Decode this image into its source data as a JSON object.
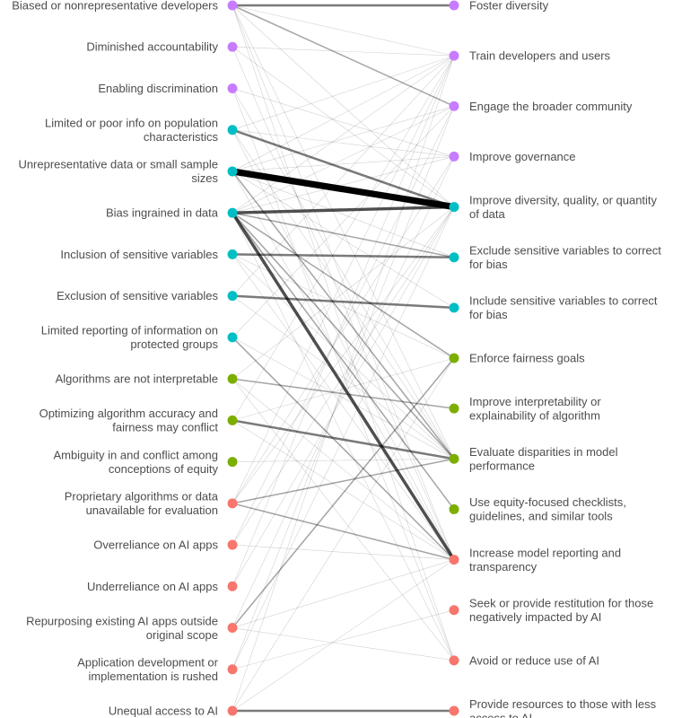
{
  "colors": {
    "purple": "#c77cff",
    "teal": "#00bfc4",
    "green": "#7cae00",
    "red": "#f8766d",
    "edge": "#000000"
  },
  "left_nodes": [
    {
      "lines": [
        "Biased or nonrepresentative developers"
      ],
      "group": "purple"
    },
    {
      "lines": [
        "Diminished accountability"
      ],
      "group": "purple"
    },
    {
      "lines": [
        "Enabling discrimination"
      ],
      "group": "purple"
    },
    {
      "lines": [
        "Limited or poor info on population",
        "characteristics"
      ],
      "group": "teal"
    },
    {
      "lines": [
        "Unrepresentative data or small sample",
        "sizes"
      ],
      "group": "teal"
    },
    {
      "lines": [
        "Bias ingrained in data"
      ],
      "group": "teal"
    },
    {
      "lines": [
        "Inclusion of sensitive variables"
      ],
      "group": "teal"
    },
    {
      "lines": [
        "Exclusion of sensitive variables"
      ],
      "group": "teal"
    },
    {
      "lines": [
        "Limited reporting of information on",
        "protected groups"
      ],
      "group": "teal"
    },
    {
      "lines": [
        "Algorithms are not interpretable"
      ],
      "group": "green"
    },
    {
      "lines": [
        "Optimizing algorithm accuracy and",
        "fairness may conflict"
      ],
      "group": "green"
    },
    {
      "lines": [
        "Ambiguity in and conflict among",
        "conceptions of equity"
      ],
      "group": "green"
    },
    {
      "lines": [
        "Proprietary algorithms or data",
        "unavailable for evaluation"
      ],
      "group": "red"
    },
    {
      "lines": [
        "Overreliance on AI apps"
      ],
      "group": "red"
    },
    {
      "lines": [
        "Underreliance on AI apps"
      ],
      "group": "red"
    },
    {
      "lines": [
        "Repurposing existing AI apps outside",
        "original scope"
      ],
      "group": "red"
    },
    {
      "lines": [
        "Application development or",
        "implementation is rushed"
      ],
      "group": "red"
    },
    {
      "lines": [
        "Unequal access to AI"
      ],
      "group": "red"
    }
  ],
  "right_nodes": [
    {
      "lines": [
        "Foster diversity"
      ],
      "group": "purple"
    },
    {
      "lines": [
        "Train developers and users"
      ],
      "group": "purple"
    },
    {
      "lines": [
        "Engage the broader community"
      ],
      "group": "purple"
    },
    {
      "lines": [
        "Improve governance"
      ],
      "group": "purple"
    },
    {
      "lines": [
        "Improve diversity, quality, or quantity",
        "of data"
      ],
      "group": "teal"
    },
    {
      "lines": [
        "Exclude sensitive variables to correct",
        "for bias"
      ],
      "group": "teal"
    },
    {
      "lines": [
        "Include sensitive variables to correct",
        "for bias"
      ],
      "group": "teal"
    },
    {
      "lines": [
        "Enforce fairness goals"
      ],
      "group": "green"
    },
    {
      "lines": [
        "Improve interpretability or",
        "explainability of algorithm"
      ],
      "group": "green"
    },
    {
      "lines": [
        "Evaluate disparities in model",
        "performance"
      ],
      "group": "green"
    },
    {
      "lines": [
        "Use equity-focused checklists,",
        "guidelines, and similar tools"
      ],
      "group": "green"
    },
    {
      "lines": [
        "Increase model reporting and",
        "transparency"
      ],
      "group": "red"
    },
    {
      "lines": [
        "Seek or provide restitution for those",
        "negatively impacted by AI"
      ],
      "group": "red"
    },
    {
      "lines": [
        "Avoid or reduce use of AI"
      ],
      "group": "red"
    },
    {
      "lines": [
        "Provide resources to those with less",
        "access to AI"
      ],
      "group": "red"
    }
  ],
  "edges": [
    [
      0,
      0,
      3
    ],
    [
      0,
      1,
      1
    ],
    [
      0,
      2,
      2
    ],
    [
      0,
      4,
      1
    ],
    [
      0,
      9,
      1
    ],
    [
      0,
      11,
      1
    ],
    [
      0,
      13,
      1
    ],
    [
      1,
      1,
      1
    ],
    [
      1,
      4,
      1
    ],
    [
      1,
      11,
      1
    ],
    [
      2,
      3,
      1
    ],
    [
      2,
      9,
      1
    ],
    [
      2,
      13,
      1
    ],
    [
      3,
      4,
      3
    ],
    [
      3,
      1,
      1
    ],
    [
      3,
      3,
      1
    ],
    [
      3,
      9,
      1
    ],
    [
      3,
      11,
      1
    ],
    [
      4,
      4,
      8
    ],
    [
      4,
      1,
      1
    ],
    [
      4,
      2,
      1
    ],
    [
      4,
      3,
      1
    ],
    [
      4,
      5,
      1
    ],
    [
      4,
      6,
      1
    ],
    [
      4,
      9,
      2
    ],
    [
      4,
      11,
      1
    ],
    [
      5,
      4,
      4
    ],
    [
      5,
      1,
      1
    ],
    [
      5,
      2,
      1
    ],
    [
      5,
      3,
      1
    ],
    [
      5,
      5,
      2
    ],
    [
      5,
      7,
      2
    ],
    [
      5,
      9,
      2
    ],
    [
      5,
      10,
      2
    ],
    [
      5,
      11,
      4
    ],
    [
      5,
      13,
      1
    ],
    [
      6,
      5,
      3
    ],
    [
      6,
      9,
      1
    ],
    [
      6,
      11,
      1
    ],
    [
      6,
      7,
      1
    ],
    [
      7,
      6,
      3
    ],
    [
      7,
      1,
      1
    ],
    [
      7,
      9,
      1
    ],
    [
      8,
      11,
      2
    ],
    [
      8,
      9,
      1
    ],
    [
      8,
      2,
      1
    ],
    [
      9,
      8,
      2
    ],
    [
      9,
      11,
      1
    ],
    [
      9,
      4,
      1
    ],
    [
      9,
      13,
      1
    ],
    [
      10,
      9,
      3
    ],
    [
      10,
      7,
      1
    ],
    [
      10,
      1,
      1
    ],
    [
      10,
      11,
      1
    ],
    [
      11,
      9,
      1
    ],
    [
      12,
      9,
      2
    ],
    [
      12,
      11,
      2
    ],
    [
      12,
      4,
      1
    ],
    [
      12,
      1,
      1
    ],
    [
      12,
      3,
      1
    ],
    [
      13,
      11,
      1
    ],
    [
      13,
      2,
      1
    ],
    [
      13,
      4,
      1
    ],
    [
      14,
      4,
      1
    ],
    [
      14,
      1,
      1
    ],
    [
      15,
      7,
      2
    ],
    [
      15,
      13,
      1
    ],
    [
      15,
      11,
      1
    ],
    [
      15,
      3,
      1
    ],
    [
      16,
      12,
      1
    ],
    [
      16,
      4,
      1
    ],
    [
      16,
      2,
      1
    ],
    [
      17,
      14,
      3
    ],
    [
      17,
      7,
      1
    ],
    [
      17,
      11,
      1
    ],
    [
      17,
      1,
      1
    ]
  ]
}
